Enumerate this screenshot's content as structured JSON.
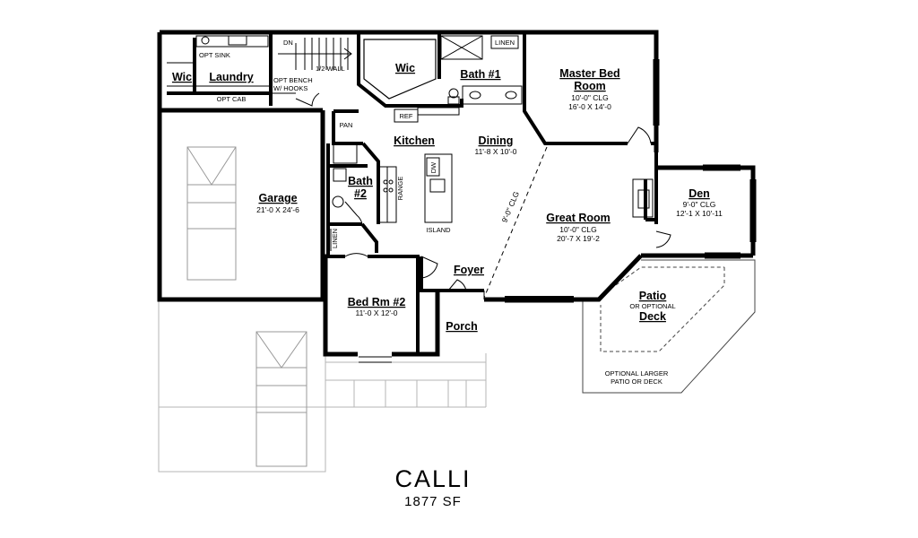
{
  "plan": {
    "name": "CALLI",
    "area": "1877 SF",
    "rooms": {
      "wic_left": "Wic",
      "laundry": "Laundry",
      "wic_master": "Wic",
      "bath1": "Bath #1",
      "master_l1": "Master Bed",
      "master_l2": "Room",
      "master_clg": "10'-0\" CLG",
      "master_dim": "16'-0 X 14'-0",
      "kitchen": "Kitchen",
      "dining": "Dining",
      "dining_dim": "11'-8 X 10'-0",
      "bath2_l1": "Bath",
      "bath2_l2": "#2",
      "garage": "Garage",
      "garage_dim": "21'-0 X 24'-6",
      "great_room": "Great Room",
      "great_clg": "10'-0\" CLG",
      "great_dim": "20'-7 X 19'-2",
      "den": "Den",
      "den_clg": "9'-0\" CLG",
      "den_dim": "12'-1 X 10'-11",
      "foyer": "Foyer",
      "bedrm2": "Bed Rm #2",
      "bedrm2_dim": "11'-0 X 12'-0",
      "porch": "Porch",
      "patio": "Patio",
      "patio_or": "OR OPTIONAL",
      "deck": "Deck"
    },
    "notes": {
      "opt_sink": "OPT SINK",
      "opt_cab": "OPT CAB",
      "opt_bench_1": "OPT BENCH",
      "opt_bench_2": "W/ HOOKS",
      "dn": "DN",
      "half_wall": "1/2 WALL",
      "linen_top": "LINEN",
      "pan": "PAN",
      "ref": "REF",
      "dw": "DW",
      "range": "RANGE",
      "island": "ISLAND",
      "linen_side": "LINEN",
      "clg_diag": "9'-0\" CLG",
      "opt_patio_1": "OPTIONAL LARGER",
      "opt_patio_2": "PATIO OR DECK"
    }
  }
}
